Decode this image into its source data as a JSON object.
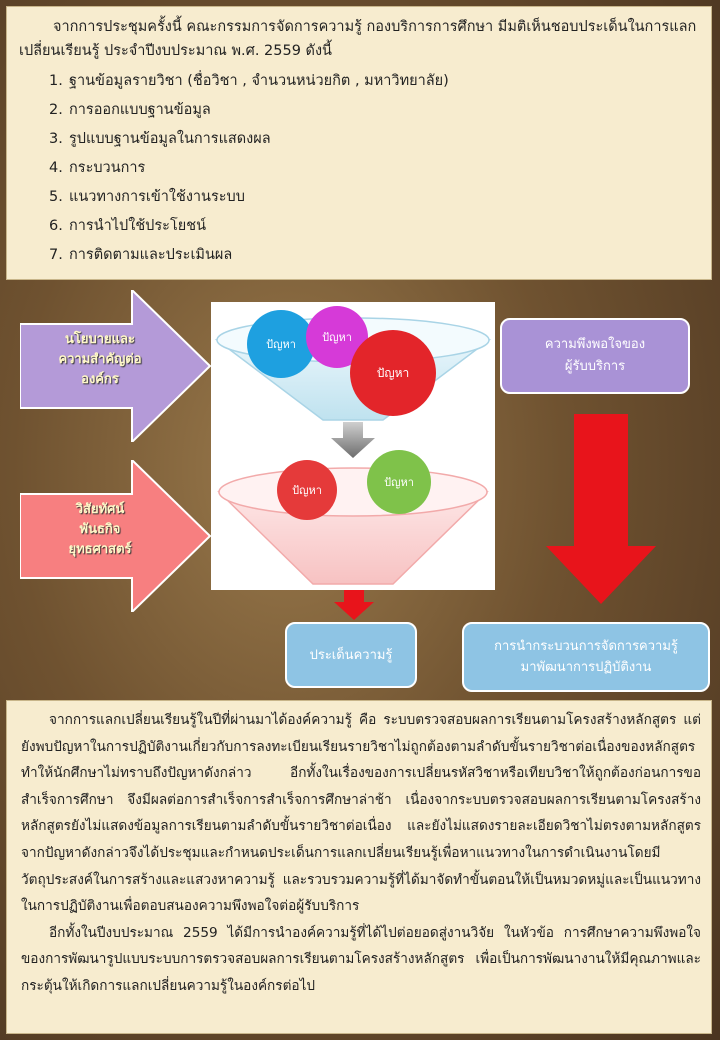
{
  "top": {
    "intro": "จากการประชุมครั้งนี้ คณะกรรมการจัดการความรู้ กองบริการการศึกษา มีมติเห็นชอบประเด็นในการแลกเปลี่ยนเรียนรู้ ประจำปีงบประมาณ พ.ศ. 2559 ดังนี้",
    "items": [
      {
        "num": "1.",
        "text": "ฐานข้อมูลรายวิชา (ชื่อวิชา , จำนวนหน่วยกิต , มหาวิทยาลัย)"
      },
      {
        "num": "2.",
        "text": "การออกแบบฐานข้อมูล"
      },
      {
        "num": "3.",
        "text": "รูปแบบฐานข้อมูลในการแสดงผล"
      },
      {
        "num": "4.",
        "text": "กระบวนการ"
      },
      {
        "num": "5.",
        "text": "แนวทางการเข้าใช้งานระบบ"
      },
      {
        "num": "6.",
        "text": "การนำไปใช้ประโยชน์"
      },
      {
        "num": "7.",
        "text": "การติดตามและประเมินผล"
      }
    ]
  },
  "diagram": {
    "left_arrow_top": [
      "นโยบายและ",
      "ความสำคัญต่อ",
      "องค์กร"
    ],
    "left_arrow_bottom": [
      "วิสัยทัศน์",
      "พันธกิจ",
      "ยุทธศาสตร์"
    ],
    "problem_label": "ปัญหา",
    "satisfaction_box": [
      "ความพึงพอใจของ",
      "ผู้รับบริการ"
    ],
    "knowledge_box": "ประเด็นความรู้",
    "apply_box": [
      "การนำกระบวนการจัดการความรู้",
      "มาพัฒนาการปฏิบัติงาน"
    ],
    "colors": {
      "purple_arrow": "#b49ad8",
      "pink_arrow": "#f77f80",
      "red_arrow": "#e8141b",
      "blue_circle": "#1ea0e0",
      "magenta_circle": "#d63ad8",
      "red_circle": "#e3252a",
      "green_circle": "#7fc24a"
    }
  },
  "bottom": {
    "paragraph1": "จากการแลกเปลี่ยนเรียนรู้ในปีที่ผ่านมาได้องค์ความรู้ คือ ระบบตรวจสอบผลการเรียนตามโครงสร้างหลักสูตร แต่ยังพบปัญหาในการปฏิบัติงานเกี่ยวกับการลงทะเบียนเรียนรายวิชาไม่ถูกต้องตามลำดับขั้นรายวิชาต่อเนื่องของหลักสูตรทำให้นักศึกษาไม่ทราบถึงปัญหาดังกล่าว อีกทั้งในเรื่องของการเปลี่ยนรหัสวิชาหรือเทียบวิชาให้ถูกต้องก่อนการขอสำเร็จการศึกษา จึงมีผลต่อการสำเร็จการสำเร็จการศึกษาล่าช้า เนื่องจากระบบตรวจสอบผลการเรียนตามโครงสร้างหลักสูตรยังไม่แสดงข้อมูลการเรียนตามลำดับขั้นรายวิชาต่อเนื่อง และยังไม่แสดงรายละเอียดวิชาไม่ตรงตามหลักสูตร จากปัญหาดังกล่าวจึงได้ประชุมและกำหนดประเด็นการแลกเปลี่ยนเรียนรู้เพื่อหาแนวทางในการดำเนินงานโดยมีวัตถุประสงค์ในการสร้างและแสวงหาความรู้ และรวบรวมความรู้ที่ได้มาจัดทำขั้นตอนให้เป็นหมวดหมู่และเป็นแนวทางในการปฏิบัติงานเพื่อตอบสนองความพึงพอใจต่อผู้รับบริการ",
    "paragraph2": "อีกทั้งในปีงบประมาณ 2559 ได้มีการนำองค์ความรู้ที่ได้ไปต่อยอดสู่งานวิจัย ในหัวข้อ การศึกษาความพึงพอใจของการพัฒนารูปแบบระบบการตรวจสอบผลการเรียนตามโครงสร้างหลักสูตร เพื่อเป็นการพัฒนางานให้มีคุณภาพและกระตุ้นให้เกิดการแลกเปลี่ยนความรู้ในองค์กรต่อไป"
  }
}
